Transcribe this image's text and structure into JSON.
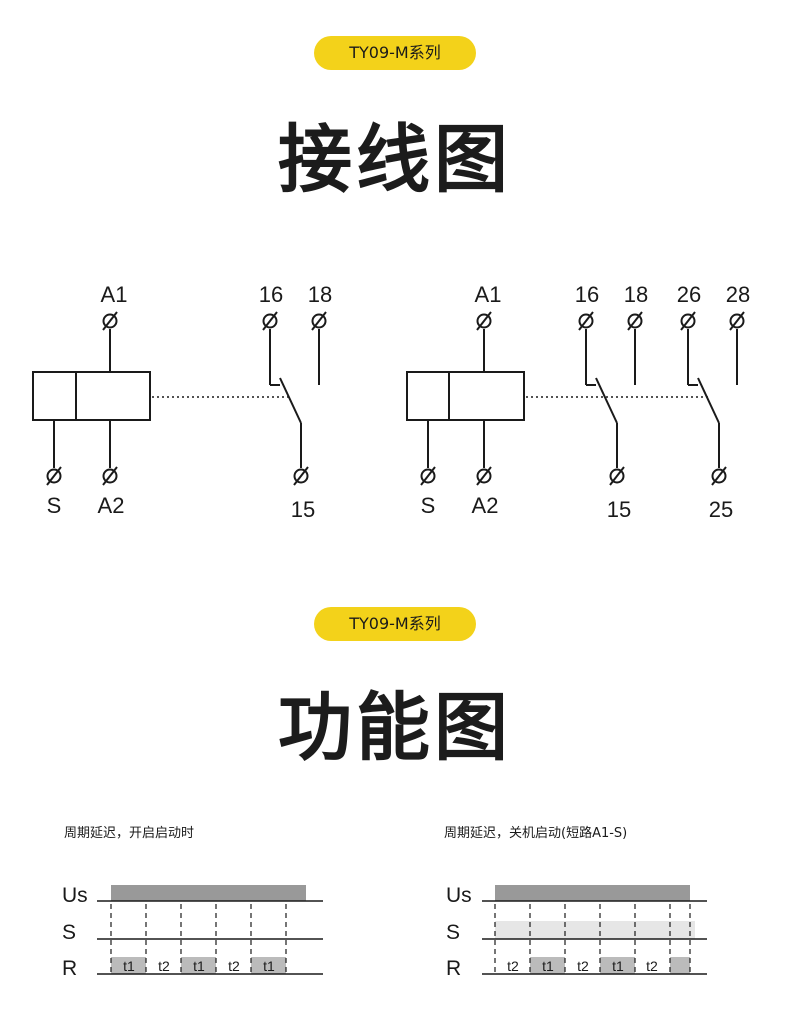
{
  "series_badge_1": "TY09-M系列",
  "section_title_1": "接线图",
  "series_badge_2": "TY09-M系列",
  "section_title_2": "功能图",
  "wiring_left": {
    "coil_top": "A1",
    "coil_bottom_left": "S",
    "coil_bottom_right": "A2",
    "contact_no": "16",
    "contact_nc": "18",
    "contact_common": "15"
  },
  "wiring_right": {
    "coil_top": "A1",
    "coil_bottom_left": "S",
    "coil_bottom_right": "A2",
    "c1_no": "16",
    "c1_nc": "18",
    "c1_common": "15",
    "c2_no": "26",
    "c2_nc": "28",
    "c2_common": "25"
  },
  "timing_left": {
    "caption": "周期延迟，开启启动时",
    "row_us": "Us",
    "row_s": "S",
    "row_r": "R",
    "intervals": [
      "t1",
      "t2",
      "t1",
      "t2",
      "t1"
    ]
  },
  "timing_right": {
    "caption": "周期延迟，关机启动(短路A1-S)",
    "row_us": "Us",
    "row_s": "S",
    "row_r": "R",
    "intervals": [
      "t2",
      "t1",
      "t2",
      "t1",
      "t2"
    ]
  },
  "colors": {
    "badge": "#f3d21a",
    "us_bar": "#999999",
    "s_bar": "#e6e6e6",
    "r_bar": "#bbbbbb"
  }
}
